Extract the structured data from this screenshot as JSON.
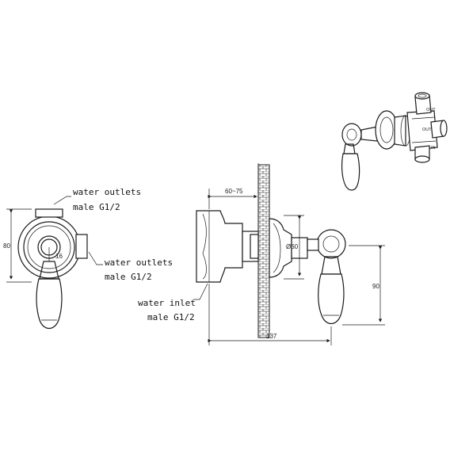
{
  "labels": {
    "water_outlets_top": [
      "water outlets",
      "male G1/2"
    ],
    "water_outlets_side": [
      "water outlets",
      "male G1/2"
    ],
    "water_inlet": [
      "water inlet",
      "male G1/2"
    ]
  },
  "dimensions": {
    "height_front": "80",
    "knob_offset": "16",
    "wall_depth": "60~75",
    "flange_diameter": "Ø60",
    "handle_height": "90",
    "total_depth": "137"
  },
  "iso_marks": {
    "out_top": "OUT",
    "out_side": "OUT",
    "in": "IN"
  }
}
